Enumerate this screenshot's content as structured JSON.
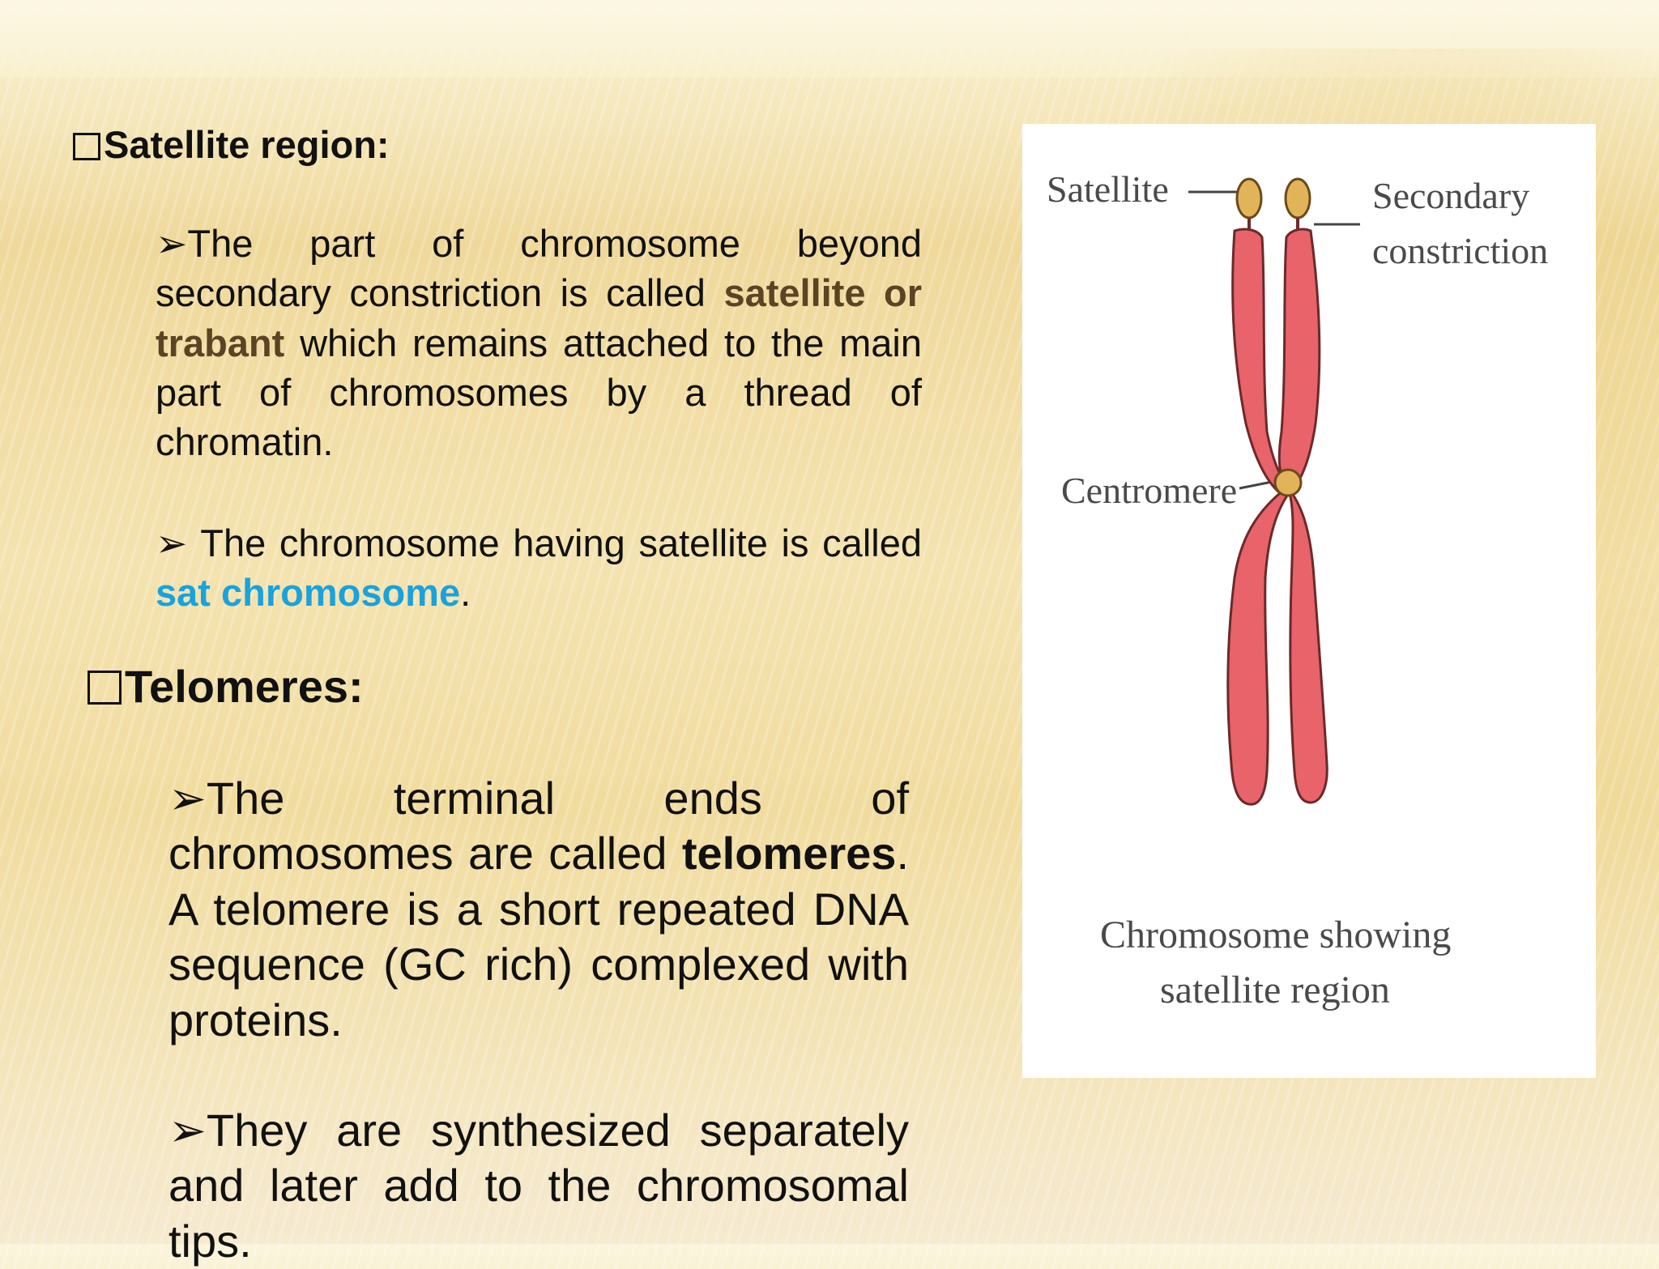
{
  "section1": {
    "heading": "Satellite region:",
    "bullet1": {
      "part1": "The part of chromosome beyond secondary constriction is called ",
      "highlight": "satellite or trabant",
      "part2": " which remains attached to the main part of chromosomes by a thread of chromatin."
    },
    "bullet2": {
      "part1": " The chromosome having satellite is called ",
      "highlight": "sat chromosome",
      "part2": "."
    }
  },
  "section2": {
    "heading": "Telomeres:",
    "bullet1": {
      "part1": "The terminal ends of chromosomes are called ",
      "bold": "telomeres",
      "part2": ". A telomere is a short repeated DNA sequence (GC rich) complexed with proteins."
    },
    "bullet2": {
      "text": "They are synthesized separately and later add to the chromosomal tips."
    }
  },
  "figure": {
    "label_satellite": "Satellite",
    "label_secondary_1": "Secondary",
    "label_secondary_2": "constriction",
    "label_centromere": "Centromere",
    "caption_1": "Chromosome showing",
    "caption_2": "satellite region"
  },
  "colors": {
    "satellite_highlight": "#5b4325",
    "sat_chromosome_highlight": "#1aa2dc",
    "chromatid_fill": "#e8636a",
    "satellite_fill": "#e2b45a"
  }
}
